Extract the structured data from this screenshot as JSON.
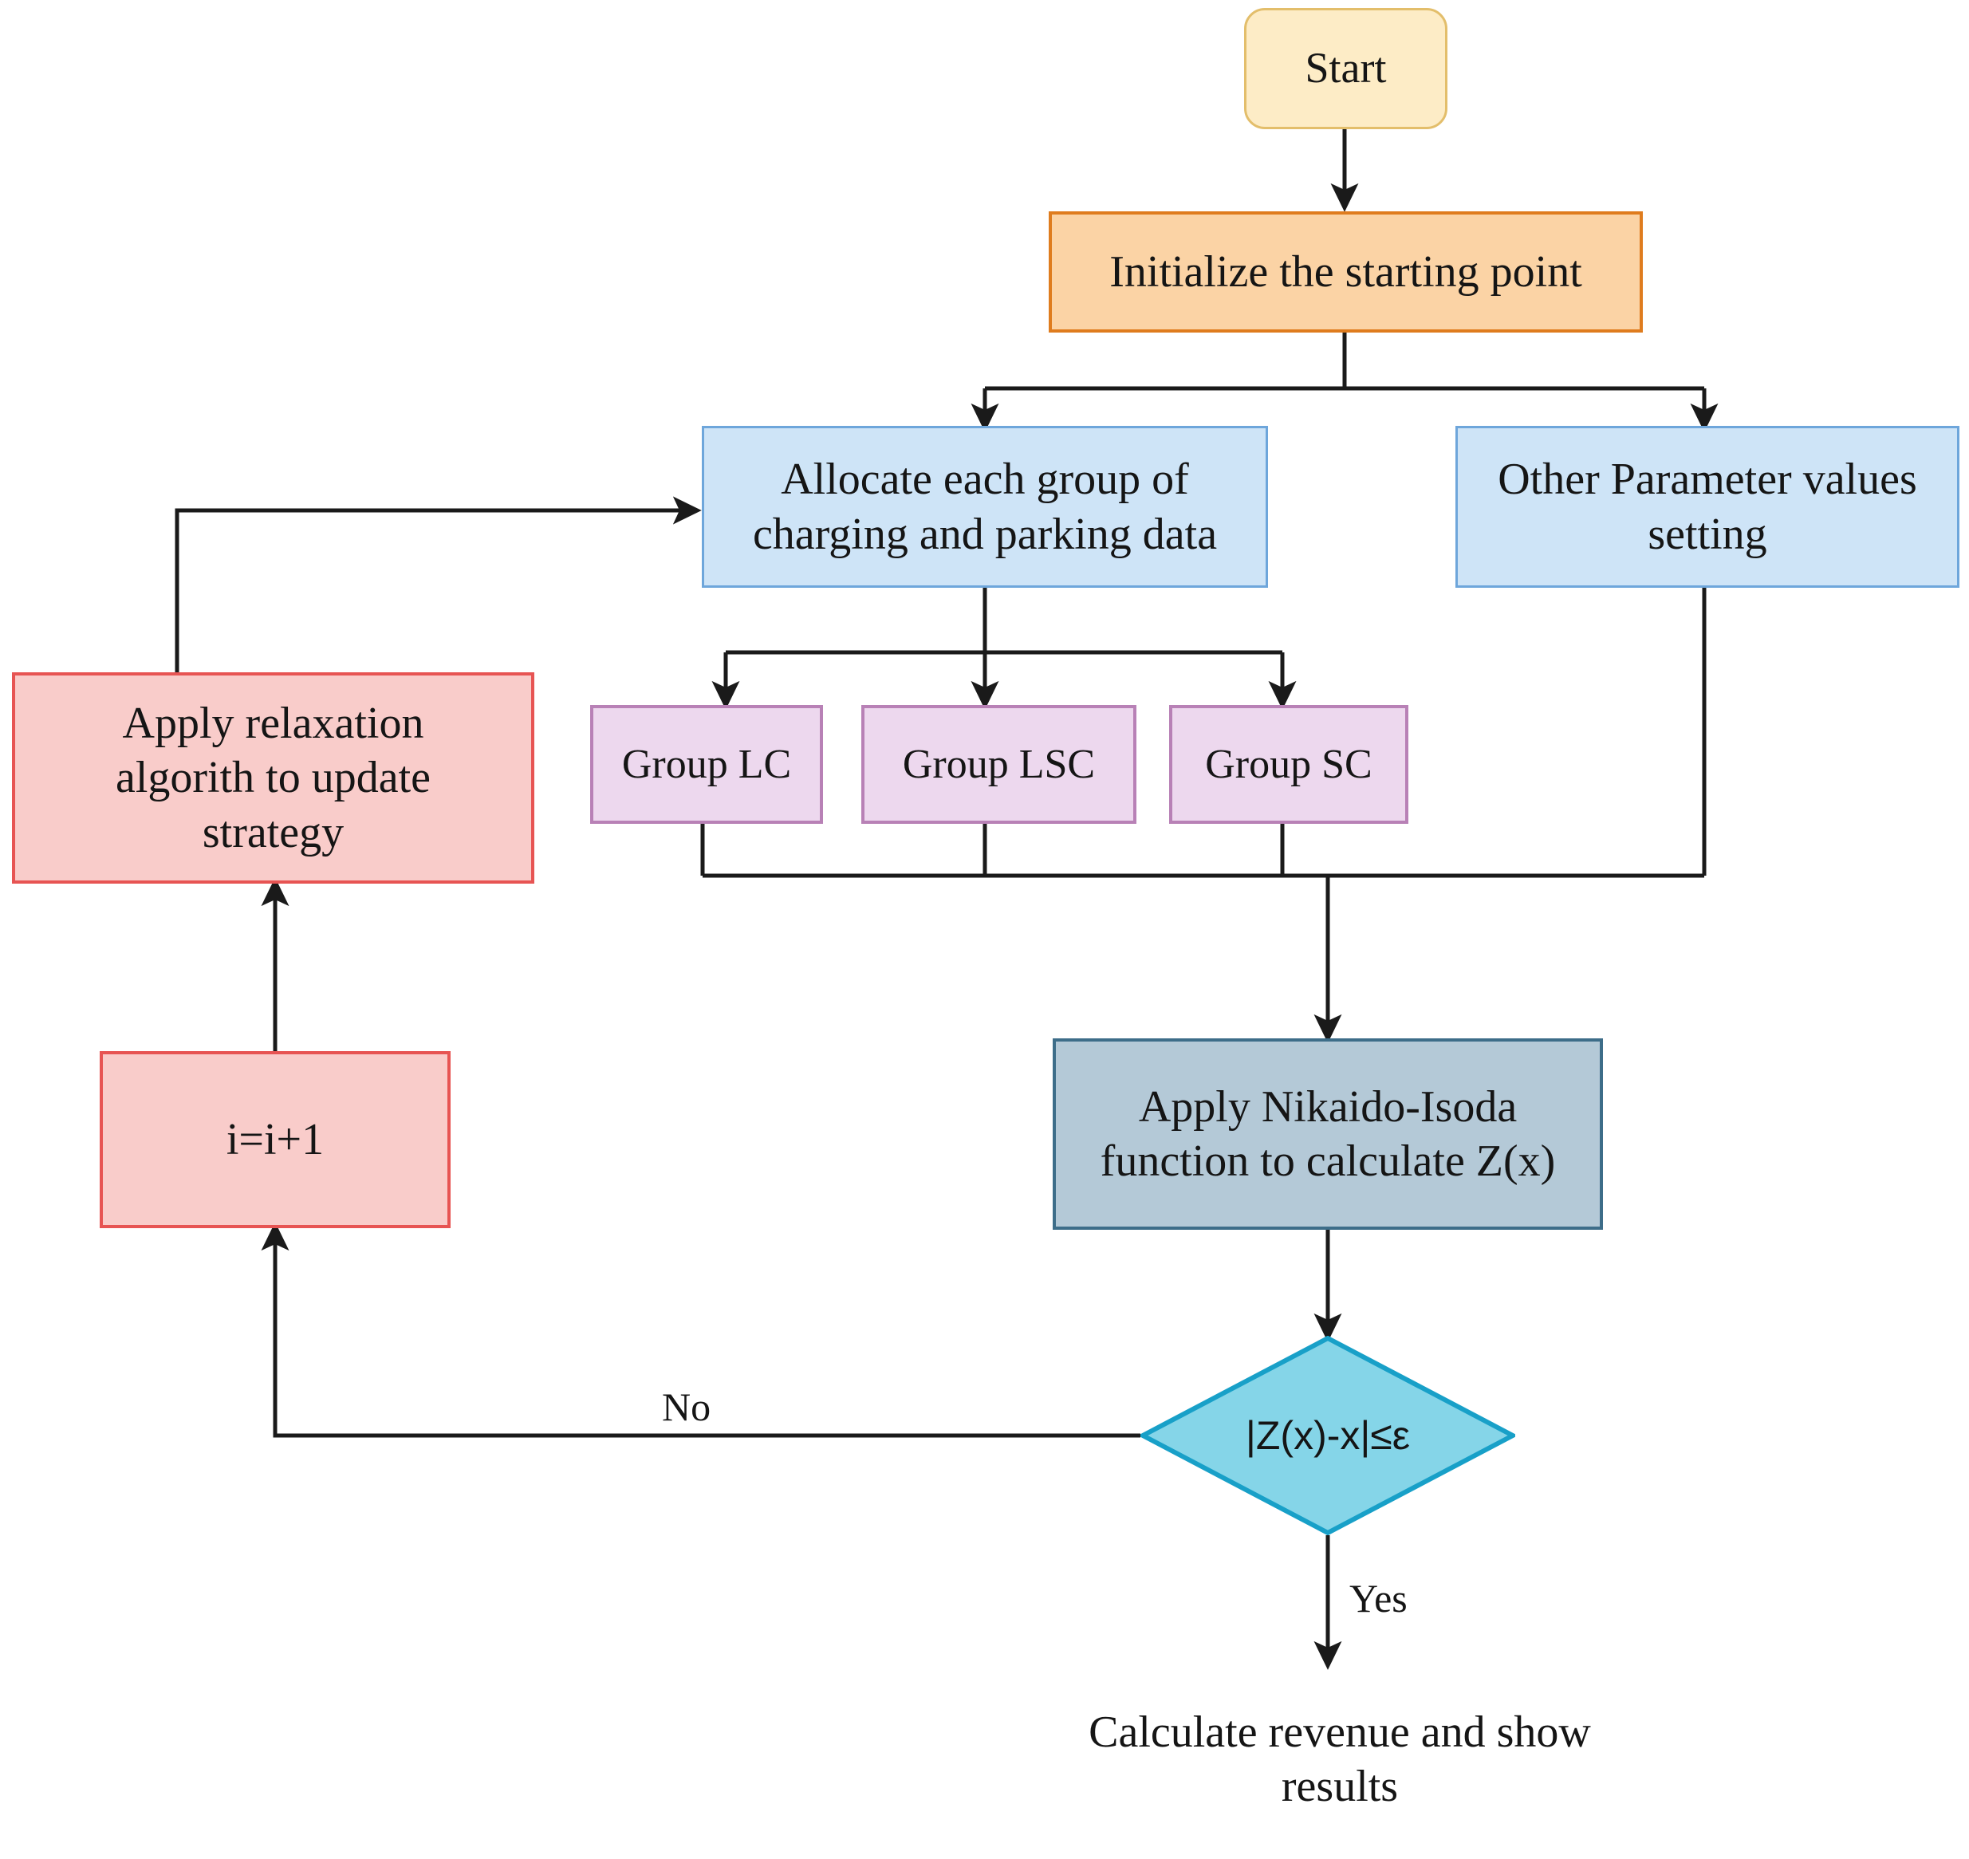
{
  "diagram": {
    "title": "Algorithm flowchart",
    "background": "#FFFFFF",
    "edge_color": "#1A1A1A"
  },
  "palette": {
    "start_fill": "#FDECC6",
    "start_stroke": "#E3BE6B",
    "init_fill": "#FBD3A5",
    "init_stroke": "#DF7C1E",
    "blue_fill": "#CEE4F7",
    "blue_stroke": "#6EA6DB",
    "purple_fill": "#EDD8EE",
    "purple_stroke": "#B881B6",
    "pink_fill": "#F9CCCA",
    "pink_stroke": "#E75453",
    "slate_fill": "#B4C9D7",
    "slate_stroke": "#3D6D89",
    "diamond_fill": "#85D5E8",
    "diamond_stroke": "#18A0C8",
    "green_fill": "#CDE8CE",
    "green_stroke": "#7CBF82"
  },
  "nodes": {
    "start": {
      "label": "Start",
      "shape": "rounded-rectangle"
    },
    "initialize": {
      "label": "Initialize the starting point",
      "shape": "rectangle"
    },
    "allocate": {
      "label": "Allocate each group of\ncharging and parking data",
      "shape": "rectangle"
    },
    "other_params": {
      "label": "Other Parameter values\nsetting",
      "shape": "rectangle"
    },
    "group_lc": {
      "label": "Group LC",
      "shape": "rectangle"
    },
    "group_lsc": {
      "label": "Group LSC",
      "shape": "rectangle"
    },
    "group_sc": {
      "label": "Group SC",
      "shape": "rectangle"
    },
    "relaxation": {
      "label": "Apply relaxation\nalgorith to update\nstrategy",
      "shape": "rectangle"
    },
    "increment": {
      "label": "i=i+1",
      "shape": "rectangle"
    },
    "nikaido": {
      "label": "Apply Nikaido-Isoda\nfunction to calculate Z(x)",
      "shape": "rectangle"
    },
    "decision": {
      "label": "|Z(x)-x|≤ε",
      "shape": "diamond"
    },
    "result": {
      "label": "Calculate revenue and show\nresults",
      "shape": "parallelogram"
    }
  },
  "edge_labels": {
    "no": "No",
    "yes": "Yes"
  }
}
